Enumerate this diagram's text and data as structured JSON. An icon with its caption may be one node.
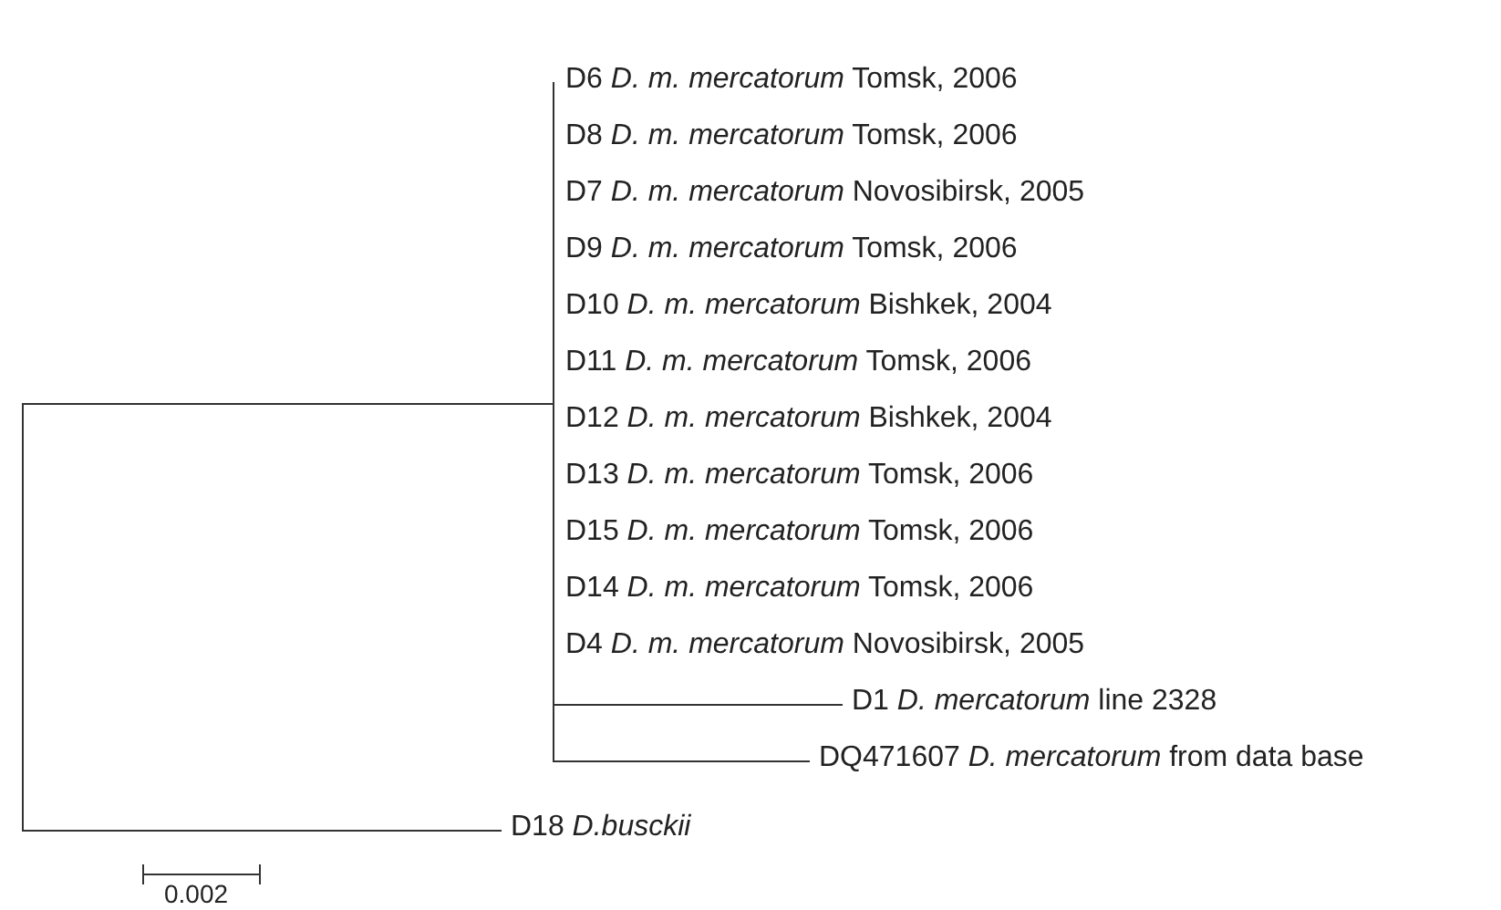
{
  "diagram": {
    "nodes": [
      {
        "text": [],
        "shape": "bar"
      },
      {
        "text": [],
        "shape": "bar"
      },
      {
        "text": [
          "D6 *D. m. mercatorum* Tomsk, 2006"
        ]
      },
      {
        "text": [
          "D8 *D. m. mercatorum* Tomsk, 2006"
        ]
      },
      {
        "text": [
          "D7 *D. m. mercatorum* Novosibirsk, 2005"
        ]
      },
      {
        "text": [
          "D9 *D. m. mercatorum* Tomsk, 2006"
        ]
      },
      {
        "text": [
          "D10 *D. m. mercatorum* Bishkek, 2004"
        ]
      },
      {
        "text": [
          "D11 *D. m. mercatorum* Tomsk, 2006"
        ]
      },
      {
        "text": [
          "D12 *D. m. mercatorum* Bishkek, 2004"
        ]
      },
      {
        "text": [
          "D13 *D. m. mercatorum* Tomsk, 2006"
        ]
      },
      {
        "text": [
          "D15 *D. m. mercatorum* Tomsk, 2006"
        ]
      },
      {
        "text": [
          "D14 *D. m. mercatorum* Tomsk, 2006"
        ]
      },
      {
        "text": [
          "D4 *D. m. mercatorum* Novosibirsk, 2005"
        ]
      },
      {
        "text": [
          "D1 *D. mercatorum* line 2328"
        ]
      },
      {
        "text": [
          "DQ471607 *D. mercatorum* from data base"
        ]
      },
      {
        "text": [
          "D18 *D.busckii*"
        ]
      }
    ],
    "edges": [
      {
        "from": 0,
        "to": 1,
        "arrow": "none"
      },
      {
        "from": 0,
        "to": 15,
        "arrow": "none"
      },
      {
        "from": 1,
        "to": 13,
        "arrow": "none"
      },
      {
        "from": 1,
        "to": 14,
        "arrow": "none"
      }
    ],
    "labels": [
      "0.002"
    ]
  }
}
